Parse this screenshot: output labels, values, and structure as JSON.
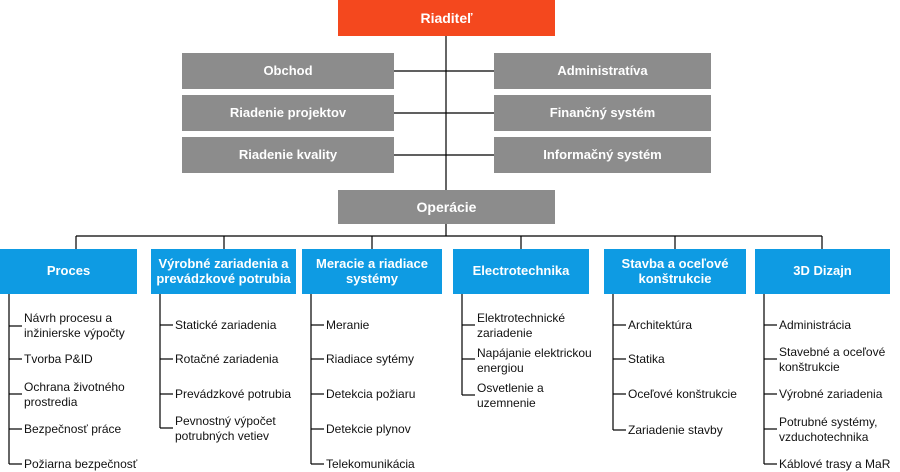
{
  "root": "Riaditeľ",
  "staff_left": [
    "Obchod",
    "Riadenie projektov",
    "Riadenie kvality"
  ],
  "staff_right": [
    "Administratíva",
    "Finančný systém",
    "Informačný systém"
  ],
  "operations": "Operácie",
  "departments": [
    {
      "title": "Proces",
      "items": [
        "Návrh procesu a inžinierske výpočty",
        "Tvorba P&ID",
        "Ochrana životného prostredia",
        "Bezpečnosť práce",
        "Požiarna bezpečnosť"
      ]
    },
    {
      "title": "Výrobné zariadenia a prevádzkové potrubia",
      "items": [
        "Statické zariadenia",
        "Rotačné zariadenia",
        "Prevádzkové potrubia",
        "Pevnostný výpočet potrubných vetiev"
      ]
    },
    {
      "title": "Meracie a riadiace systémy",
      "items": [
        "Meranie",
        "Riadiace sytémy",
        "Detekcia požiaru",
        "Detekcie plynov",
        "Telekomunikácia"
      ]
    },
    {
      "title": "Electrotechnika",
      "items": [
        "Elektrotechnické zariadenie",
        "Napájanie elektrickou energiou",
        "Osvetlenie a uzemnenie"
      ]
    },
    {
      "title": "Stavba a oceľové konštrukcie",
      "items": [
        "Architektúra",
        "Statika",
        "Oceľové konštrukcie",
        "Zariadenie stavby"
      ]
    },
    {
      "title": "3D Dizajn",
      "items": [
        "Administrácia",
        "Stavebné a oceľové konštrukcie",
        "Výrobné zariadenia",
        "Potrubné systémy, vzduchotechnika",
        "Káblové trasy a MaR"
      ]
    }
  ],
  "colors": {
    "root": "#f4481e",
    "staff": "#8c8c8c",
    "department": "#0e9be3",
    "line": "#000000"
  }
}
